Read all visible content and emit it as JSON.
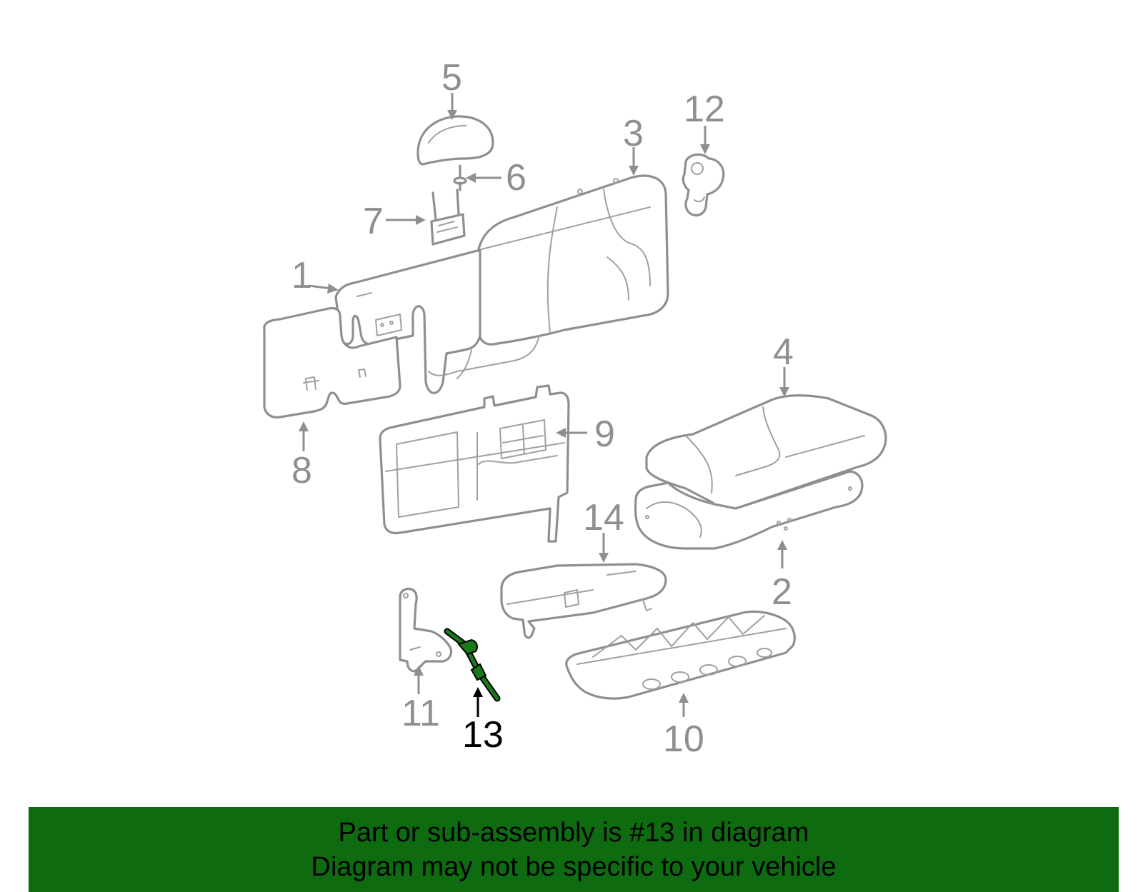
{
  "callouts": [
    {
      "id": "1",
      "label": "1",
      "highlight": false
    },
    {
      "id": "2",
      "label": "2",
      "highlight": false
    },
    {
      "id": "3",
      "label": "3",
      "highlight": false
    },
    {
      "id": "4",
      "label": "4",
      "highlight": false
    },
    {
      "id": "5",
      "label": "5",
      "highlight": false
    },
    {
      "id": "6",
      "label": "6",
      "highlight": false
    },
    {
      "id": "7",
      "label": "7",
      "highlight": false
    },
    {
      "id": "8",
      "label": "8",
      "highlight": false
    },
    {
      "id": "9",
      "label": "9",
      "highlight": false
    },
    {
      "id": "10",
      "label": "10",
      "highlight": false
    },
    {
      "id": "11",
      "label": "11",
      "highlight": false
    },
    {
      "id": "12",
      "label": "12",
      "highlight": false
    },
    {
      "id": "13",
      "label": "13",
      "highlight": true
    },
    {
      "id": "14",
      "label": "14",
      "highlight": false
    }
  ],
  "banner": {
    "line1": "Part or sub-assembly is #13 in diagram",
    "line2": "Diagram may not be specific to your vehicle"
  },
  "colors": {
    "banner_bg": "#0f6b0f",
    "part_stroke": "#8f8f8f",
    "highlight_part": "#1a7a1a",
    "highlight_label": "#000000"
  }
}
